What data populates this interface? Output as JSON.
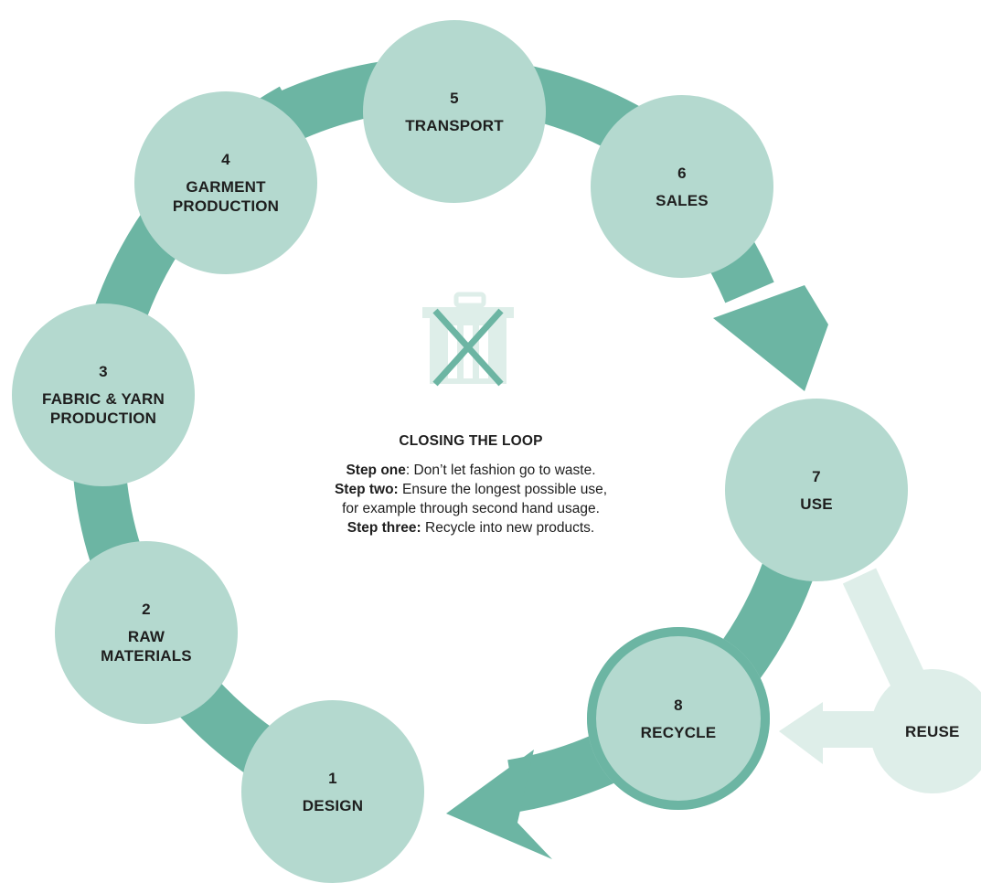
{
  "colors": {
    "ring": "#6cb5a3",
    "node": "#b4d9cf",
    "reuse_path": "#deeee9",
    "text": "#1e1e1e"
  },
  "icon": "no-waste-bin-icon",
  "nodes": [
    {
      "id": "design",
      "number": "1",
      "label": "DESIGN"
    },
    {
      "id": "raw-materials",
      "number": "2",
      "label": "RAW\nMATERIALS"
    },
    {
      "id": "fabric-yarn",
      "number": "3",
      "label": "FABRIC & YARN\nPRODUCTION"
    },
    {
      "id": "garment",
      "number": "4",
      "label": "GARMENT\nPRODUCTION"
    },
    {
      "id": "transport",
      "number": "5",
      "label": "TRANSPORT"
    },
    {
      "id": "sales",
      "number": "6",
      "label": "SALES"
    },
    {
      "id": "use",
      "number": "7",
      "label": "USE"
    },
    {
      "id": "recycle",
      "number": "8",
      "label": "RECYCLE"
    },
    {
      "id": "reuse",
      "number": "",
      "label": "REUSE"
    }
  ],
  "center": {
    "title": "CLOSING THE LOOP",
    "step_one_label": "Step one",
    "step_one_text": ": Don’t let fashion go to waste.",
    "step_two_label": "Step two:",
    "step_two_text": " Ensure the longest possible use,",
    "step_two_text_2": "for example through second hand usage.",
    "step_three_label": "Step three:",
    "step_three_text": " Recycle into new products."
  }
}
